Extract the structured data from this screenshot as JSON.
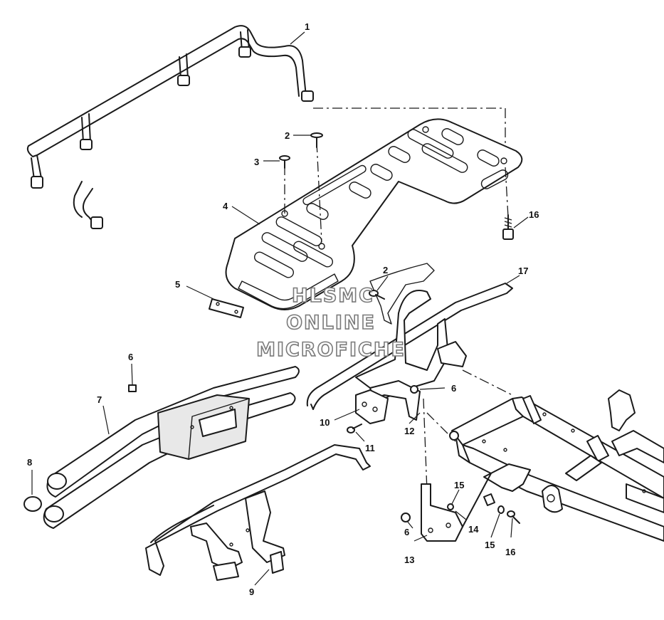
{
  "callouts": {
    "c1": "1",
    "c2a": "2",
    "c2b": "2",
    "c3": "3",
    "c4": "4",
    "c5": "5",
    "c6a": "6",
    "c6b": "6",
    "c6c": "6",
    "c7": "7",
    "c8": "8",
    "c9": "9",
    "c10": "10",
    "c11": "11",
    "c12": "12",
    "c13": "13",
    "c14": "14",
    "c15a": "15",
    "c15b": "15",
    "c16a": "16",
    "c16b": "16",
    "c17": "17"
  },
  "watermark": {
    "line1": "HLSMC",
    "line2": "ONLINE",
    "line3": "MICROFICHE"
  },
  "colors": {
    "ink": "#1a1a1a",
    "watermark_outline": "#7a7a7a"
  }
}
